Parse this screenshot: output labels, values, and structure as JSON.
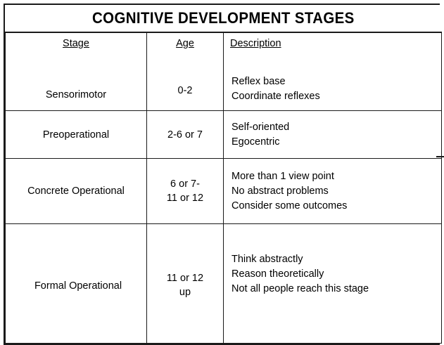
{
  "document": {
    "title": "COGNITIVE DEVELOPMENT STAGES",
    "colors": {
      "border": "#1a1a1a",
      "background": "#ffffff",
      "text": "#000000"
    }
  },
  "table": {
    "headers": {
      "stage": "Stage",
      "age": "Age",
      "description": "Description"
    },
    "rows": [
      {
        "stage": "Sensorimotor",
        "age": [
          "0-2"
        ],
        "description": [
          "Reflex base",
          "Coordinate reflexes"
        ]
      },
      {
        "stage": "Preoperational",
        "age": [
          "2-6 or 7"
        ],
        "description": [
          "Self-oriented",
          "Egocentric"
        ]
      },
      {
        "stage": "Concrete Operational",
        "age": [
          "6 or 7-",
          "11 or 12"
        ],
        "description": [
          "More than 1 view point",
          "No abstract problems",
          "Consider some outcomes"
        ]
      },
      {
        "stage": "Formal Operational",
        "age": [
          "11 or 12",
          "up"
        ],
        "description": [
          "Think abstractly",
          "Reason theoretically",
          "Not all people reach this stage"
        ]
      }
    ]
  }
}
